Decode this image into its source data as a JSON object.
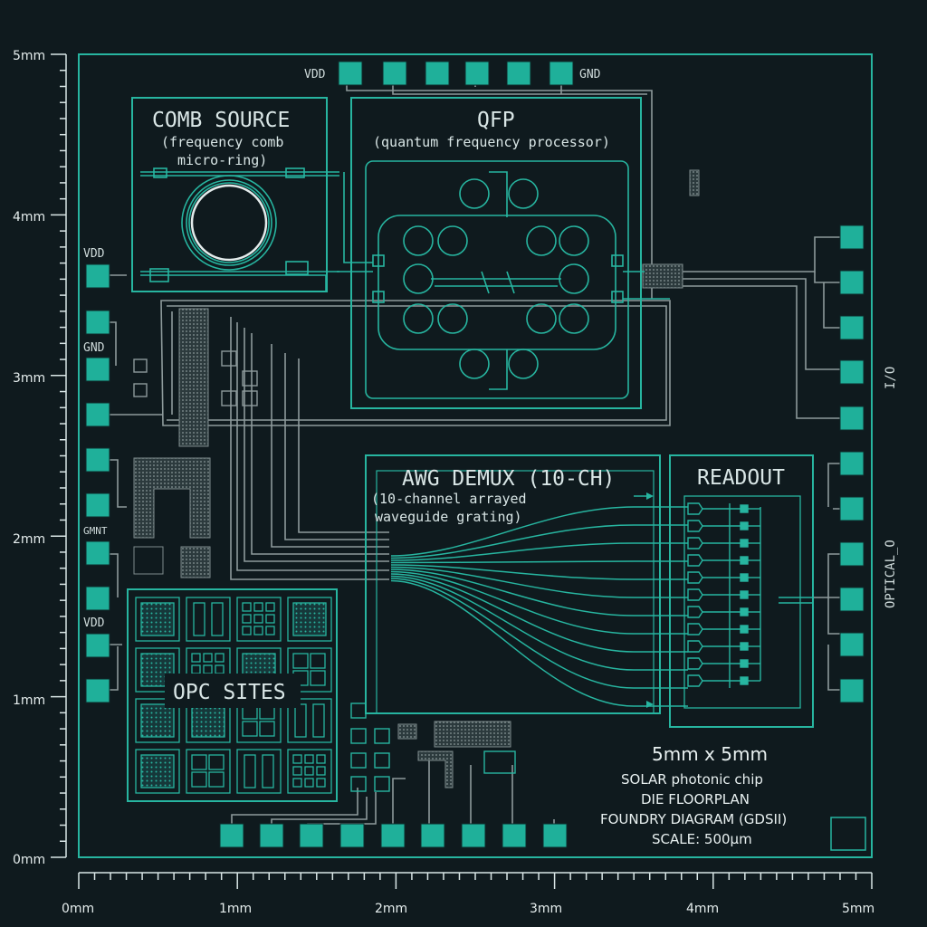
{
  "blocks": {
    "comb_source": {
      "title": "COMB SOURCE",
      "sub1": "(frequency comb",
      "sub2": "micro-ring)"
    },
    "qfp": {
      "title": "QFP",
      "sub": "(quantum frequency processor)"
    },
    "awg": {
      "title": "AWG DEMUX (10-CH)",
      "sub1": "(10-channel arrayed",
      "sub2": "waveguide grating)"
    },
    "readout": {
      "title": "READOUT"
    },
    "opc": {
      "title": "OPC SITES"
    }
  },
  "pad_labels": {
    "vdd_top": "VDD",
    "gnd_top": "GND",
    "vdd_left_1": "VDD",
    "gnd_left": "GND",
    "garbled_left": "GMNT",
    "vdd_left_2": "VDD",
    "io_right": "I/O",
    "optical_right": "OPTICAL_O"
  },
  "info": {
    "size": "5mm x 5mm",
    "line1": "SOLAR photonic chip",
    "line2": "DIE FLOORPLAN",
    "line3": "FOUNDRY DIAGRAM (GDSII)",
    "line4": "SCALE: 500µm"
  },
  "axes": {
    "y_labels": [
      "5mm",
      "4mm",
      "3mm",
      "2mm",
      "1mm",
      "0mm"
    ],
    "x_labels": [
      "0mm",
      "1mm",
      "2mm",
      "3mm",
      "4mm",
      "5mm"
    ]
  },
  "colors": {
    "background": "#0f1a1e",
    "accent": "#27b5a0",
    "pad_fill": "#1fb09a",
    "wire": "#9aa7a8",
    "text": "#d9e6e6"
  }
}
